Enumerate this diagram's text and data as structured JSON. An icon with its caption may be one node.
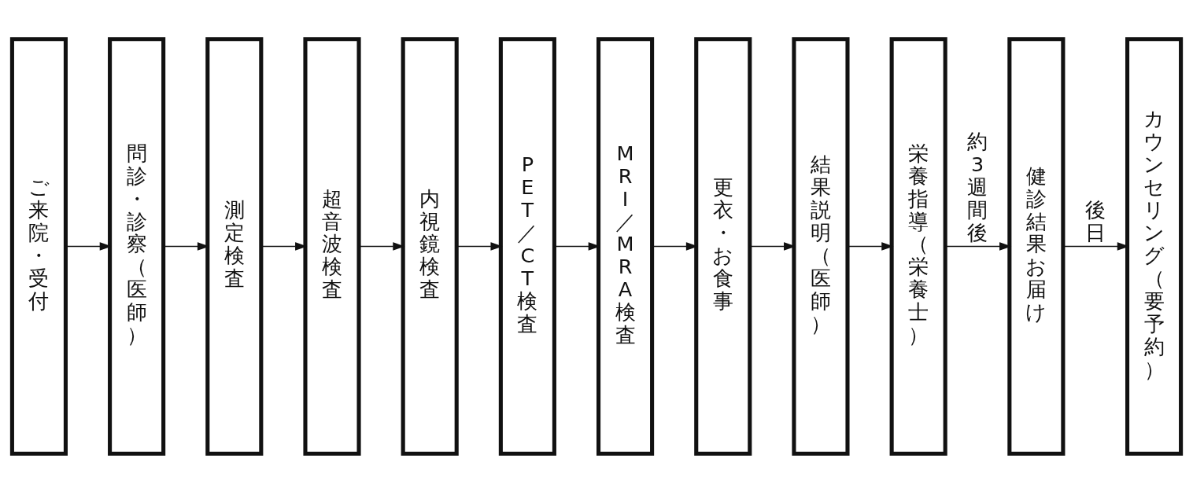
{
  "diagram": {
    "nodes": [
      {
        "text": [
          "ご来院・受付"
        ]
      },
      {
        "text": [
          "問診・診察（医師）"
        ]
      },
      {
        "text": [
          "測定検査"
        ]
      },
      {
        "text": [
          "超音波検査"
        ]
      },
      {
        "text": [
          "内視鏡検査"
        ]
      },
      {
        "text": [
          "PET／CT検査"
        ]
      },
      {
        "text": [
          "MRI／MRA検査"
        ]
      },
      {
        "text": [
          "更衣・お食事"
        ]
      },
      {
        "text": [
          "結果説明（医師）"
        ]
      },
      {
        "text": [
          "栄養指導（栄養士）"
        ]
      },
      {
        "text": [
          "健診結果お届け"
        ]
      },
      {
        "text": [
          "カウンセリング（要予約）"
        ]
      }
    ],
    "edges": [
      {
        "from": 0,
        "to": 1,
        "arrow": "to"
      },
      {
        "from": 1,
        "to": 2,
        "arrow": "to"
      },
      {
        "from": 2,
        "to": 3,
        "arrow": "to"
      },
      {
        "from": 3,
        "to": 4,
        "arrow": "to"
      },
      {
        "from": 4,
        "to": 5,
        "arrow": "to"
      },
      {
        "from": 5,
        "to": 6,
        "arrow": "to"
      },
      {
        "from": 6,
        "to": 7,
        "arrow": "to"
      },
      {
        "from": 7,
        "to": 8,
        "arrow": "to"
      },
      {
        "from": 8,
        "to": 9,
        "arrow": "to"
      },
      {
        "from": 9,
        "to": 10,
        "arrow": "to",
        "label": "約3週間後"
      },
      {
        "from": 10,
        "to": 11,
        "arrow": "to",
        "label": "後日"
      }
    ]
  }
}
